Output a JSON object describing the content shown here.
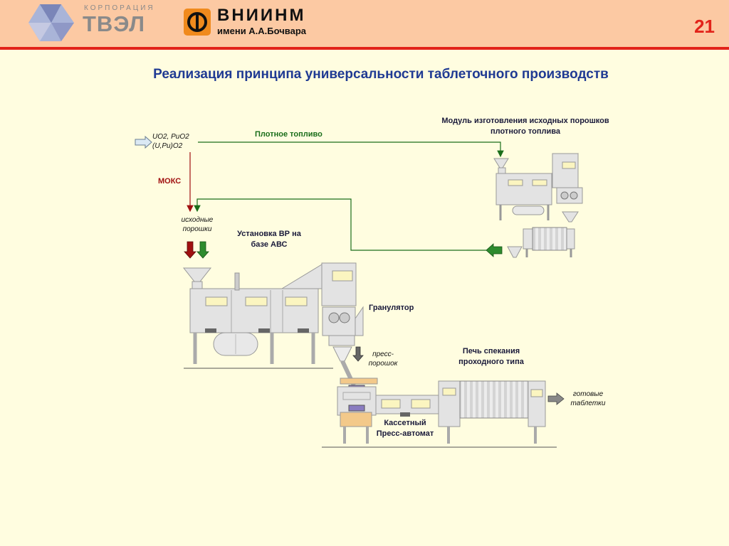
{
  "header": {
    "corp_small": "КОРПОРАЦИЯ",
    "corp_big": "ТВЭЛ",
    "inst_name": "ВНИИНМ",
    "inst_sub": "имени А.А.Бочвара",
    "page_number": "21"
  },
  "title": "Реализация принципа универсальности таблеточного производств",
  "labels": {
    "dense_fuel": "Плотное топливо",
    "module": "Модуль изготовления исходных порошков плотного топлива",
    "moks": "МОКС",
    "initial_powders": "исходные порошки",
    "installation": "Установка ВР на базе АВС",
    "granulator": "Гранулятор",
    "press_powder": "пресс-порошок",
    "furnace": "Печь спекания проходного типа",
    "finished": "готовые таблетки",
    "press": "Кассетный Пресс-автомат"
  },
  "formula": {
    "line1": "UO2, PuO2",
    "line2": "(U,Pu)O2"
  },
  "colors": {
    "header_bg": "#fcc9a3",
    "header_line": "#e2231a",
    "title": "#1f3a93",
    "green_flow": "#1a6e1a",
    "red_flow": "#a01010",
    "equipment": "#e0e0e0",
    "equipment_border": "#999999"
  }
}
